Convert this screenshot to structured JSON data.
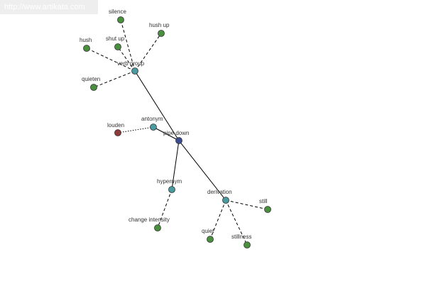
{
  "watermark": "http://www.artikata.com",
  "colors": {
    "center": "#3b4b8f",
    "relation": "#4a9aa0",
    "word": "#4a8f3e",
    "antonym_word": "#8e3a3a",
    "edge": "#000000"
  },
  "nodes": [
    {
      "id": "pipe_down",
      "label": "pipe down",
      "kind": "center"
    },
    {
      "id": "verb_group",
      "label": "verb group",
      "kind": "relation"
    },
    {
      "id": "antonym",
      "label": "antonym",
      "kind": "relation"
    },
    {
      "id": "hypernym",
      "label": "hypernym",
      "kind": "relation"
    },
    {
      "id": "derivation",
      "label": "derivation",
      "kind": "relation"
    },
    {
      "id": "silence",
      "label": "silence",
      "kind": "word"
    },
    {
      "id": "hush_up",
      "label": "hush up",
      "kind": "word"
    },
    {
      "id": "hush",
      "label": "hush",
      "kind": "word"
    },
    {
      "id": "shut_up",
      "label": "shut up",
      "kind": "word"
    },
    {
      "id": "quieten",
      "label": "quieten",
      "kind": "word"
    },
    {
      "id": "louden",
      "label": "louden",
      "kind": "antonym_word"
    },
    {
      "id": "change_intensity",
      "label": "change intensity",
      "kind": "word"
    },
    {
      "id": "still",
      "label": "still",
      "kind": "word"
    },
    {
      "id": "quiet",
      "label": "quiet",
      "kind": "word"
    },
    {
      "id": "stillness",
      "label": "stillness",
      "kind": "word"
    }
  ],
  "edges": [
    {
      "from": "pipe_down",
      "to": "verb_group",
      "style": "solid"
    },
    {
      "from": "pipe_down",
      "to": "antonym",
      "style": "solid"
    },
    {
      "from": "pipe_down",
      "to": "hypernym",
      "style": "solid"
    },
    {
      "from": "pipe_down",
      "to": "derivation",
      "style": "solid"
    },
    {
      "from": "verb_group",
      "to": "silence",
      "style": "dashed"
    },
    {
      "from": "verb_group",
      "to": "hush_up",
      "style": "dashed"
    },
    {
      "from": "verb_group",
      "to": "hush",
      "style": "dashed"
    },
    {
      "from": "verb_group",
      "to": "shut_up",
      "style": "dashed"
    },
    {
      "from": "verb_group",
      "to": "quieten",
      "style": "dashed"
    },
    {
      "from": "antonym",
      "to": "louden",
      "style": "dotted"
    },
    {
      "from": "hypernym",
      "to": "change_intensity",
      "style": "dashed"
    },
    {
      "from": "derivation",
      "to": "still",
      "style": "dashed"
    },
    {
      "from": "derivation",
      "to": "quiet",
      "style": "dashed"
    },
    {
      "from": "derivation",
      "to": "stillness",
      "style": "dashed"
    }
  ]
}
